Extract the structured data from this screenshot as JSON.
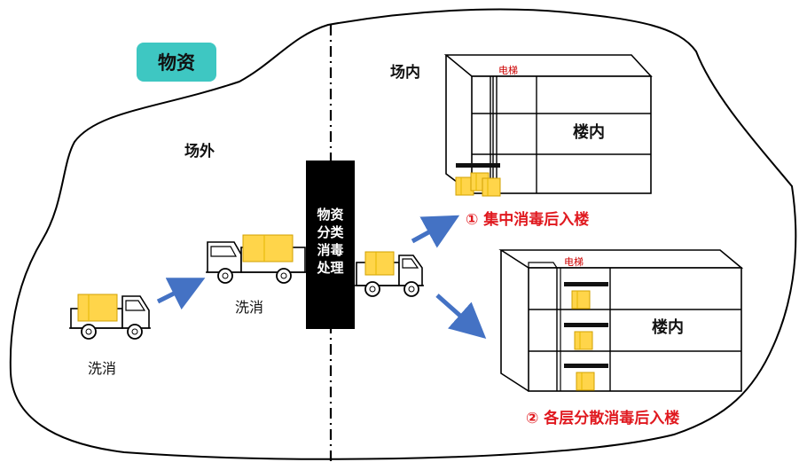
{
  "badge": {
    "label": "物资"
  },
  "zones": {
    "outside": "场外",
    "inside": "场内"
  },
  "process": {
    "lines": [
      "物资",
      "分类",
      "消毒",
      "处理"
    ]
  },
  "trucks": {
    "label_1": "洗消",
    "label_2": "洗消"
  },
  "buildings": [
    {
      "elevator": "电梯",
      "body": "楼内",
      "caption": "① 集中消毒后入楼"
    },
    {
      "elevator": "电梯",
      "body": "楼内",
      "caption": "② 各层分散消毒后入楼"
    }
  ],
  "colors": {
    "badge": "#3ec7c2",
    "arrow": "#4472c4",
    "caption": "#e0181e",
    "cargo": "#ffd54a",
    "process": "#000000"
  }
}
